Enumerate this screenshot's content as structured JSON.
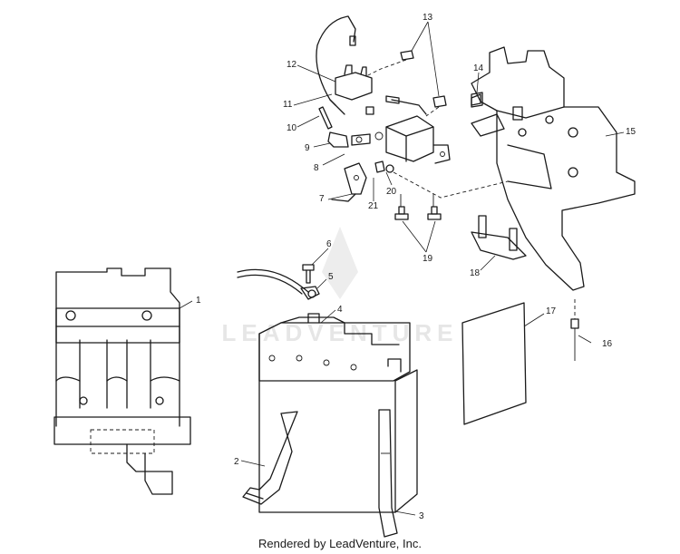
{
  "watermark": {
    "text": "LEADVENTURE"
  },
  "callouts": [
    {
      "id": "1",
      "label": "1"
    },
    {
      "id": "2",
      "label": "2"
    },
    {
      "id": "3",
      "label": "3"
    },
    {
      "id": "4",
      "label": "4"
    },
    {
      "id": "5",
      "label": "5"
    },
    {
      "id": "6",
      "label": "6"
    },
    {
      "id": "7",
      "label": "7"
    },
    {
      "id": "8",
      "label": "8"
    },
    {
      "id": "9",
      "label": "9"
    },
    {
      "id": "10",
      "label": "10"
    },
    {
      "id": "11",
      "label": "11"
    },
    {
      "id": "12",
      "label": "12"
    },
    {
      "id": "13",
      "label": "13"
    },
    {
      "id": "14",
      "label": "14"
    },
    {
      "id": "15",
      "label": "15"
    },
    {
      "id": "16",
      "label": "16"
    },
    {
      "id": "17",
      "label": "17"
    },
    {
      "id": "18",
      "label": "18"
    },
    {
      "id": "19",
      "label": "19"
    },
    {
      "id": "20",
      "label": "20"
    },
    {
      "id": "21",
      "label": "21"
    }
  ],
  "footer": {
    "text": "Rendered by LeadVenture, Inc."
  }
}
